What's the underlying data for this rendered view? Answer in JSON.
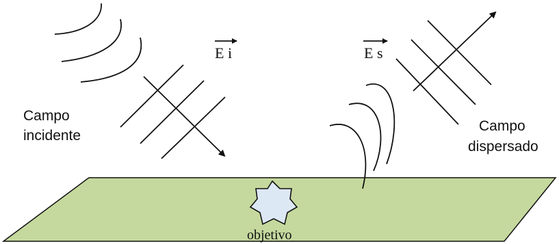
{
  "labels": {
    "incident_field_line1": "Campo",
    "incident_field_line2": "incidente",
    "scattered_field_line1": "Campo",
    "scattered_field_line2": "dispersado",
    "incident_vector": "E i",
    "scattered_vector": "E s",
    "target": "objetivo"
  },
  "colors": {
    "ground_fill": "#c5d99e",
    "target_fill": "#dde8f5",
    "stroke": "#111111"
  },
  "icons": {
    "target": "star-icon"
  }
}
